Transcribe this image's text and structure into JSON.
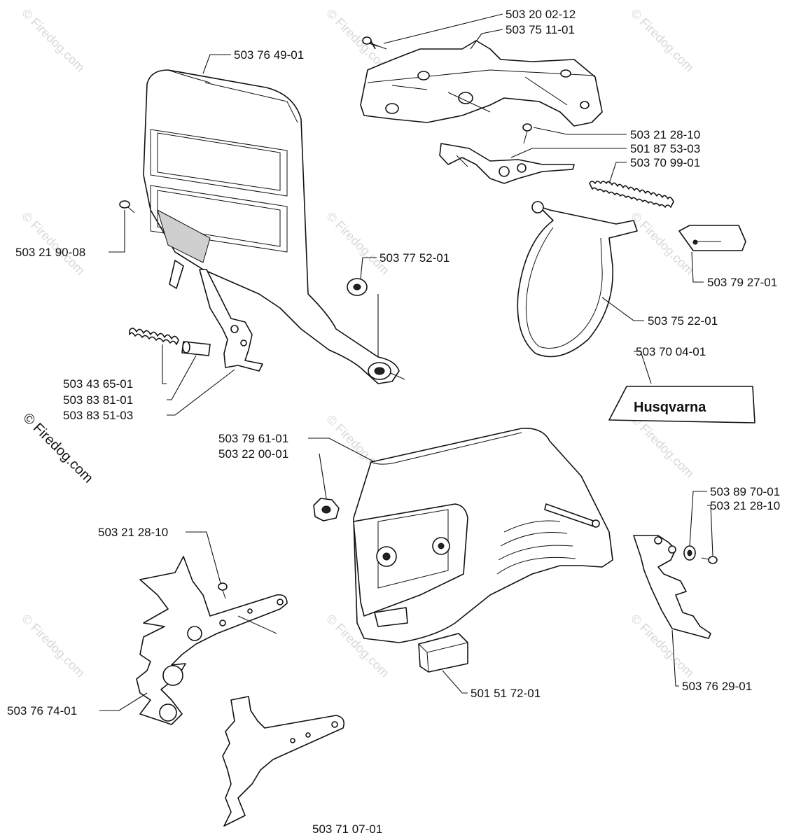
{
  "watermark": "© Firedog.com",
  "decal_brand": "Husqvarna",
  "part_numbers": {
    "p01": "503 20 02-12",
    "p02": "503 75 11-01",
    "p03": "503 76 49-01",
    "p04": "503 21 28-10",
    "p05": "501 87 53-03",
    "p06": "503 70 99-01",
    "p07": "503 21 90-08",
    "p08": "503 77 52-01",
    "p09": "503 79 27-01",
    "p10": "503 75 22-01",
    "p11": "503 70 04-01",
    "p12": "503 43 65-01",
    "p13": "503 83 81-01",
    "p14": "503 83 51-03",
    "p15": "503 79 61-01",
    "p16": "503 22 00-01",
    "p17": "503 89 70-01",
    "p18": "503 21 28-10",
    "p19": "503 21 28-10",
    "p20": "503 76 74-01",
    "p21": "501 51 72-01",
    "p22": "503 76 29-01",
    "p23": "503 71 07-01"
  }
}
